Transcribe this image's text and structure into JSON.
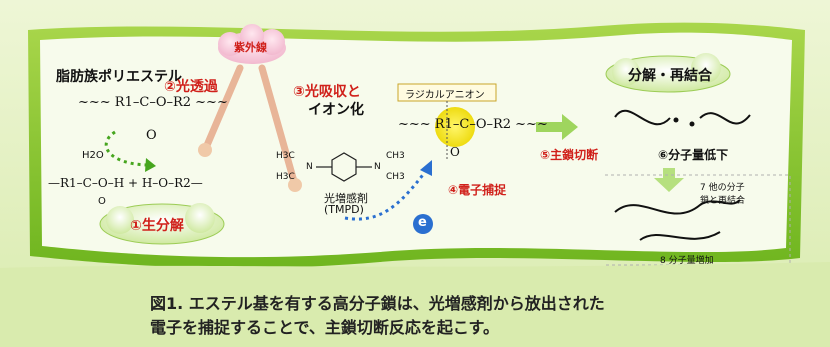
{
  "title": "脂肪族ポリエステル",
  "uv_label": "紫外線",
  "steps": {
    "s1": "①生分解",
    "s2": "②光透過",
    "s3a": "③光吸収と",
    "s3b": "イオン化",
    "s4": "④電子捕捉",
    "s5": "⑤主鎖切断",
    "s6": "⑥分子量低下",
    "s7a": "7 他の分子",
    "s7b": "鎖と再結合",
    "s8": "8 分子量増加"
  },
  "radical_anion": "ラジカルアニオン",
  "decomp_recomb": "分解・再結合",
  "sensitizer": {
    "name": "光増感剤",
    "abbr": "(TMPD)"
  },
  "electron": "e",
  "chem": {
    "ester_top": "~~~ R1–C–O–R2 ~~~",
    "o_top": "O",
    "h2o": "H2O",
    "products": "—R1–C–O–H + H–O–R2—",
    "o_bottom": "O",
    "radical_chain": "~~~ R1–C–O–R2 ~~~",
    "radical_o": "O",
    "tmpd_left1": "H3C",
    "tmpd_left2": "H3C",
    "tmpd_right1": "CH3",
    "tmpd_right2": "CH3",
    "tmpd_n": "N"
  },
  "caption": {
    "line1": "図1. エステル基を有する高分子鎖は、光増感剤から放出された",
    "line2": "電子を捕捉することで、主鎖切断反応を起こす。"
  },
  "colors": {
    "banner": "#7fbf2a",
    "accent_red": "#d0201a",
    "accent_orange": "#e07a1a",
    "electron_blue": "#2a6fd0",
    "radical_yellow": "#f2e21a"
  }
}
